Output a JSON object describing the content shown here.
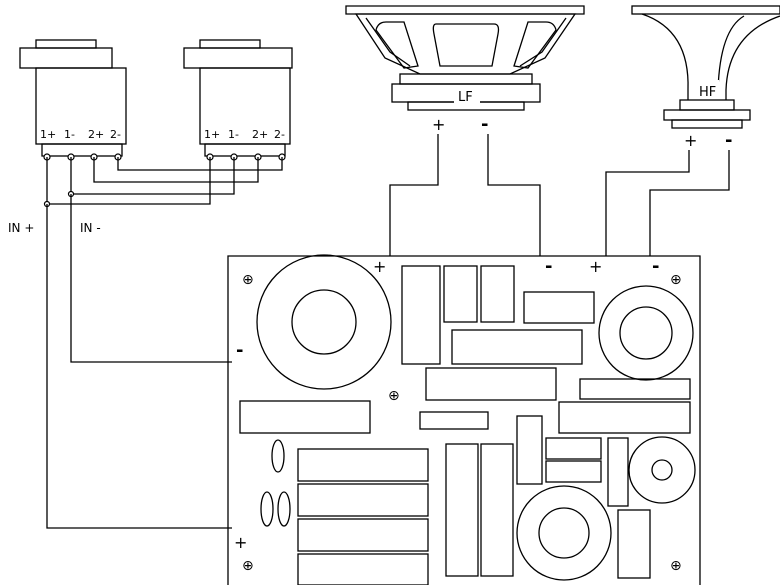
{
  "connectors": [
    {
      "id": "connector-1",
      "pin_labels": [
        "1+",
        "1-",
        "2+",
        "2-"
      ]
    },
    {
      "id": "connector-2",
      "pin_labels": [
        "1+",
        "1-",
        "2+",
        "2-"
      ]
    }
  ],
  "inputs": {
    "positive": "IN +",
    "negative": "IN -"
  },
  "drivers": {
    "lf": {
      "label": "LF",
      "plus": "+",
      "minus": "-"
    },
    "hf": {
      "label": "HF",
      "plus": "+",
      "minus": "-"
    }
  },
  "board": {
    "lf_plus": "+",
    "lf_minus": "-",
    "hf_plus": "+",
    "hf_minus": "-",
    "in_minus": "-",
    "in_plus": "+",
    "mount_symbol": "⊕"
  }
}
